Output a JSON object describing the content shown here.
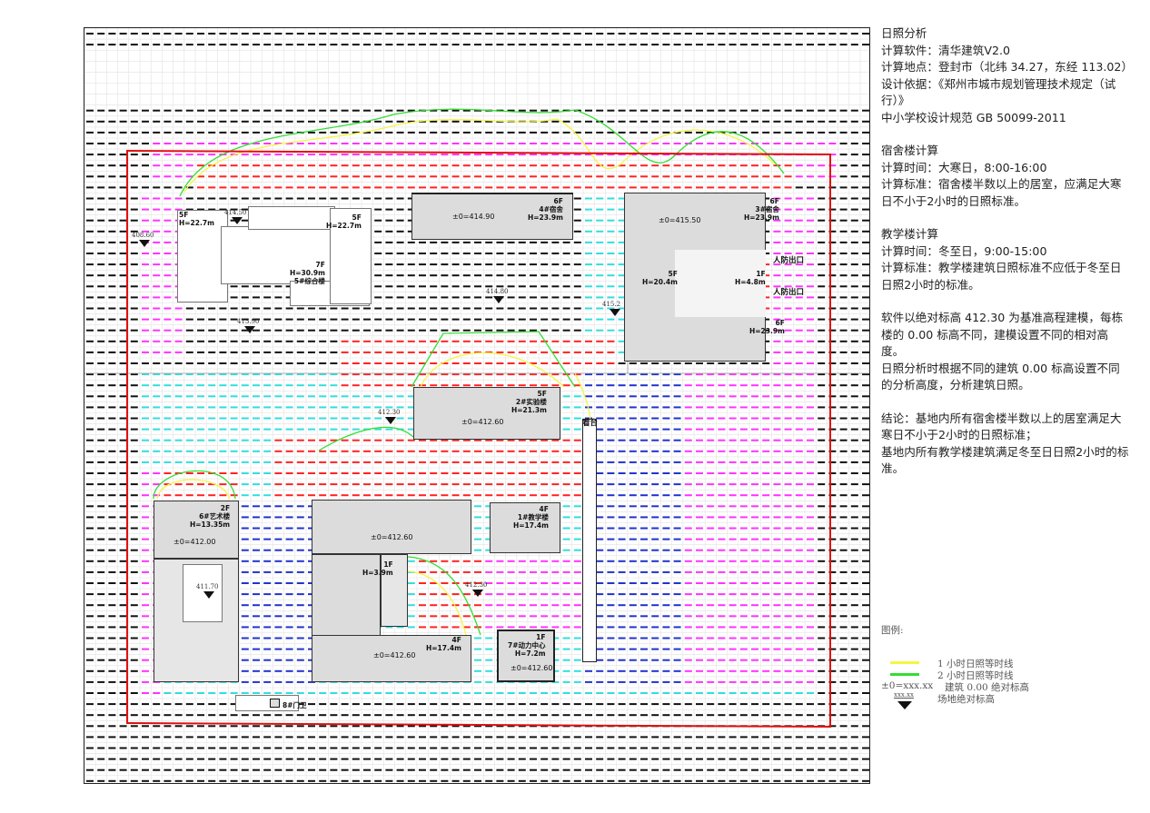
{
  "notes": {
    "title": "日照分析",
    "software": "计算软件：清华建筑V2.0",
    "location": "计算地点：登封市（北纬 34.27，东经 113.02）",
    "basis_1": "设计依据：《郑州市城市规划管理技术规定（试行）》",
    "basis_2": "中小学校设计规范 GB 50099-2011",
    "dorm": {
      "heading": "宿舍楼计算",
      "time": "计算时间：大寒日，8:00-16:00",
      "standard": "计算标准：宿舍楼半数以上的居室，应满足大寒日不小于2小时的日照标准。"
    },
    "teaching": {
      "heading": "教学楼计算",
      "time": "计算时间：冬至日，9:00-15:00",
      "standard": "计算标准：教学楼建筑日照标准不应低于冬至日日照2小时的标准。"
    },
    "model_1": "软件以绝对标高 412.30 为基准高程建模，每栋楼的 0.00 标高不同，建模设置不同的相对高度。",
    "model_2": "日照分析时根据不同的建筑 0.00 标高设置不同的分析高度，分析建筑日照。",
    "conclusion_1": "结论：基地内所有宿舍楼半数以上的居室满足大寒日不小于2小时的日照标准；",
    "conclusion_2": "基地内所有教学楼建筑满足冬至日日照2小时的标准。"
  },
  "legend": {
    "title": "图例:",
    "items": [
      {
        "key": "",
        "label": "1 小时日照等时线",
        "color": "#f5f542"
      },
      {
        "key": "",
        "label": "2 小时日照等时线",
        "color": "#33dd33"
      },
      {
        "key": "±0=xxx.xx",
        "label": "建筑 0.00 绝对标高",
        "color": ""
      },
      {
        "key": "xxx.xx",
        "label": "场地绝对标高",
        "color": ""
      }
    ]
  },
  "colors": {
    "hours_0": "#111111",
    "hours_1": "#ff33ff",
    "hours_2": "#2233cc",
    "hours_3": "#33dddd",
    "hours_4": "#33cc33",
    "hours_5": "#ff2222",
    "isoline_1h": "#f5f542",
    "isoline_2h": "#33dd33",
    "site_boundary": "#e01010"
  },
  "buildings": {
    "b5": {
      "floors": "7F",
      "height": "H=30.9m",
      "name": "5#综合楼",
      "wing_left": "5F",
      "wing_left_h": "H=22.7m",
      "wing_right": "5F",
      "wing_right_h": "H=22.7m"
    },
    "b4": {
      "floors": "6F",
      "name": "4#宿舍",
      "height": "H=23.9m",
      "elev": "±0=414.90"
    },
    "b3": {
      "floors": "6F",
      "name": "3#宿舍",
      "height": "H=23.9m",
      "elev": "±0=415.50",
      "mid_floors": "5F",
      "mid_height": "H=20.4m",
      "low_floors": "1F",
      "low_height": "H=4.8m",
      "exit_1": "人防出口",
      "exit_2": "人防出口",
      "south_floors": "6F",
      "south_height": "H=23.9m"
    },
    "b2": {
      "floors": "5F",
      "name": "2#实验楼",
      "height": "H=21.3m",
      "elev": "±0=412.60"
    },
    "stand": {
      "name": "看台"
    },
    "b6": {
      "floors": "2F",
      "name": "6#艺术楼",
      "height": "H=13.35m",
      "elev": "±0=412.00"
    },
    "main": {
      "elev": "±0=412.60",
      "core_floors": "1F",
      "core_height": "H=3.9m",
      "south_floors": "4F",
      "south_height": "H=17.4m",
      "south_elev": "±0=412.60"
    },
    "b1": {
      "floors": "4F",
      "name": "1#教学楼",
      "height": "H=17.4m"
    },
    "b7": {
      "floors": "1F",
      "name": "7#动力中心",
      "height": "H=7.2m",
      "elev": "±0=412.60"
    },
    "b8": {
      "name": "8#门卫"
    }
  },
  "site_markers": [
    {
      "value": "408.60"
    },
    {
      "value": "414.50"
    },
    {
      "value": "413.90"
    },
    {
      "value": "414.80"
    },
    {
      "value": "415.2"
    },
    {
      "value": "412.30"
    },
    {
      "value": "411.70"
    },
    {
      "value": "412.30"
    }
  ]
}
